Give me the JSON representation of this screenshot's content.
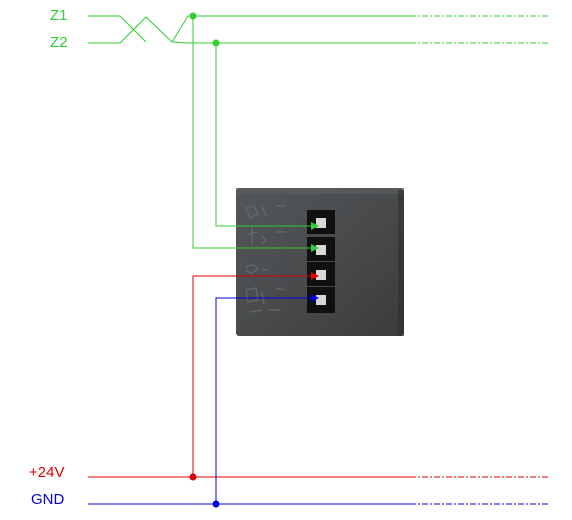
{
  "signals": {
    "z1": "Z1",
    "z2": "Z2",
    "supply": "+24V",
    "ground": "GND"
  },
  "colors": {
    "signal_wire": "#33cc33",
    "supply_wire": "#dd0000",
    "ground_wire": "#0000dd",
    "module_body": "#4a4c4e"
  },
  "icons": {
    "module": "connector-module-photo",
    "junction": "junction-dot",
    "terminal": "wire-arrow-terminal"
  }
}
